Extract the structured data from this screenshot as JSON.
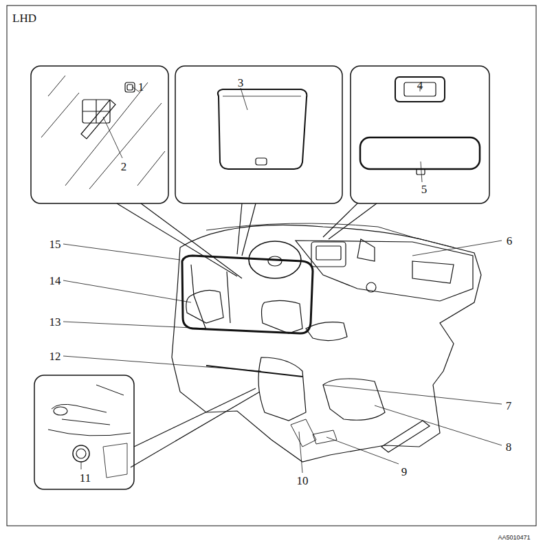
{
  "diagram": {
    "labels": [
      "LHD",
      "1",
      "2",
      "3",
      "4",
      "5",
      "6",
      "7",
      "8",
      "9",
      "10",
      "11",
      "12",
      "13",
      "14",
      "15",
      "AA5010471"
    ]
  }
}
